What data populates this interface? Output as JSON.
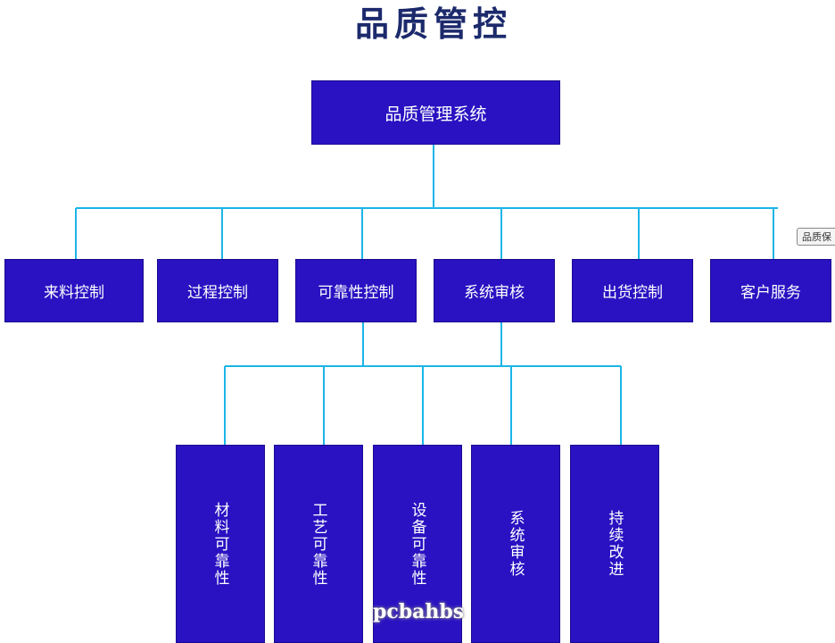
{
  "title": "品质管控",
  "root": "品质管理系统",
  "level1": [
    "来料控制",
    "过程控制",
    "可靠性控制",
    "系统审核",
    "出货控制",
    "客户服务"
  ],
  "level2": [
    "材料可靠性",
    "工艺可靠性",
    "设备可靠性",
    "系统审核",
    "持续改进"
  ],
  "side_tag": "品质保",
  "watermark": "pcbahbs",
  "colors": {
    "box": "#2a12c2",
    "line": "#1bb5e8",
    "title": "#1c2a6c"
  }
}
